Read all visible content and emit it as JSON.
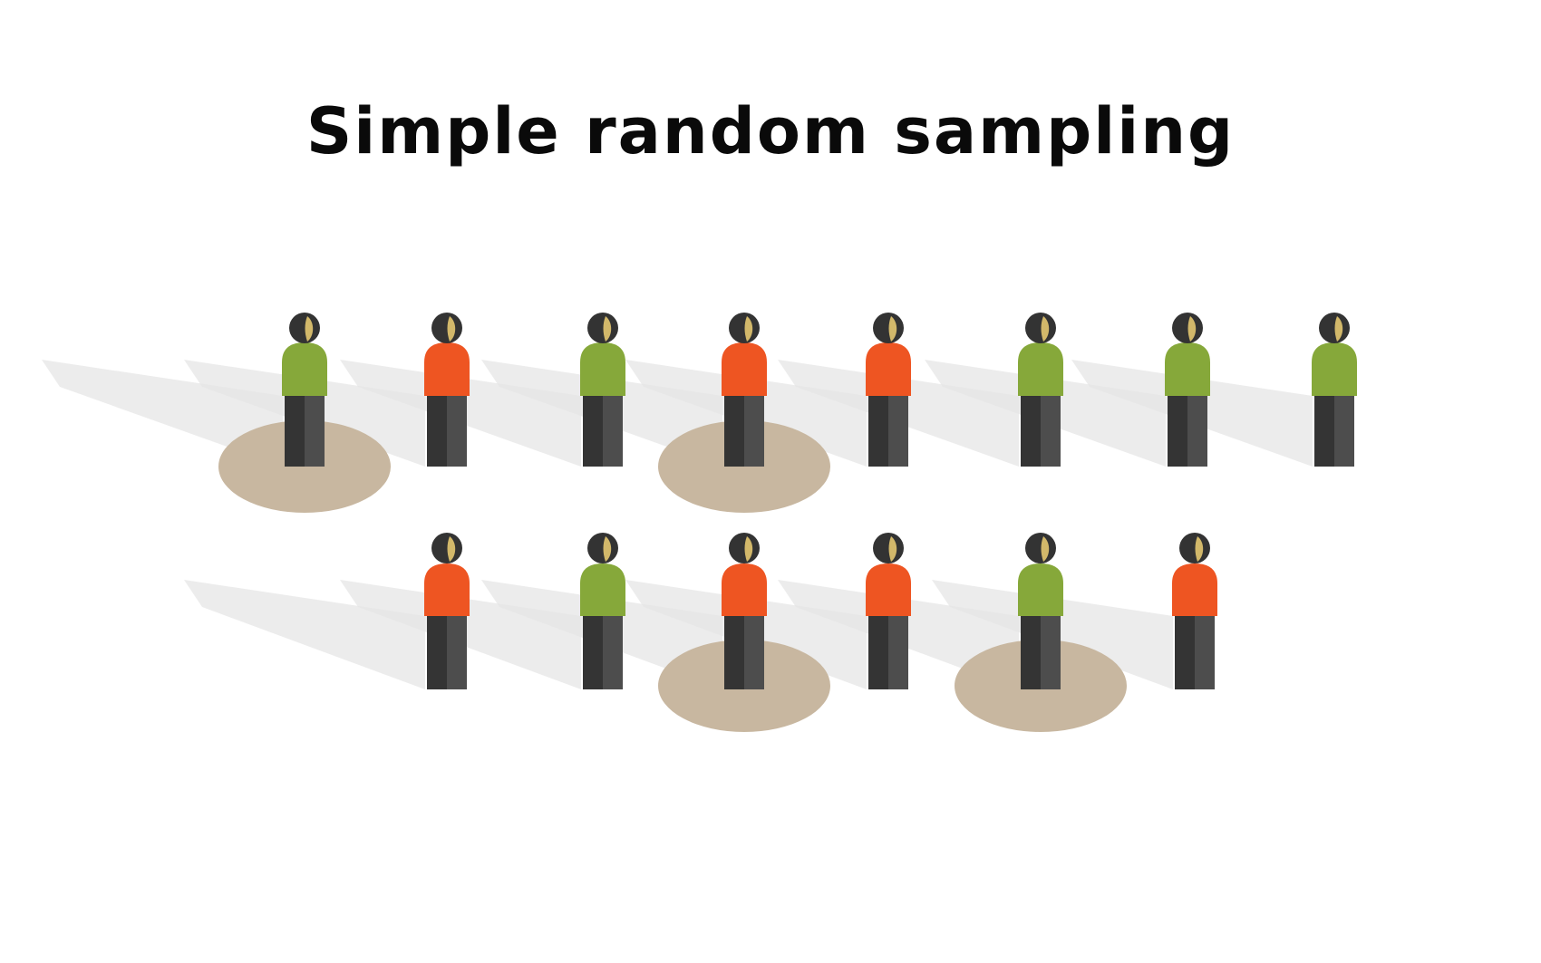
{
  "title": "Simple random sampling",
  "colors": {
    "green_shirt": "#86a83a",
    "orange_shirt": "#ee5522",
    "head_dark": "#333333",
    "face": "#d2b86a",
    "leg_dark": "#343434",
    "leg_light": "#4d4d4d",
    "selection_ellipse": "#c8b7a0",
    "shadow": "#e6e6e6"
  },
  "rows": [
    {
      "people": [
        {
          "shirt": "green",
          "selected": true
        },
        {
          "shirt": "orange",
          "selected": false
        },
        {
          "shirt": "green",
          "selected": false
        },
        {
          "shirt": "orange",
          "selected": true
        },
        {
          "shirt": "orange",
          "selected": false
        },
        {
          "shirt": "green",
          "selected": false
        },
        {
          "shirt": "green",
          "selected": false
        },
        {
          "shirt": "green",
          "selected": false
        }
      ]
    },
    {
      "people": [
        {
          "shirt": "orange",
          "selected": false
        },
        {
          "shirt": "green",
          "selected": false
        },
        {
          "shirt": "orange",
          "selected": true
        },
        {
          "shirt": "orange",
          "selected": false
        },
        {
          "shirt": "green",
          "selected": true
        },
        {
          "shirt": "orange",
          "selected": false
        }
      ]
    }
  ]
}
